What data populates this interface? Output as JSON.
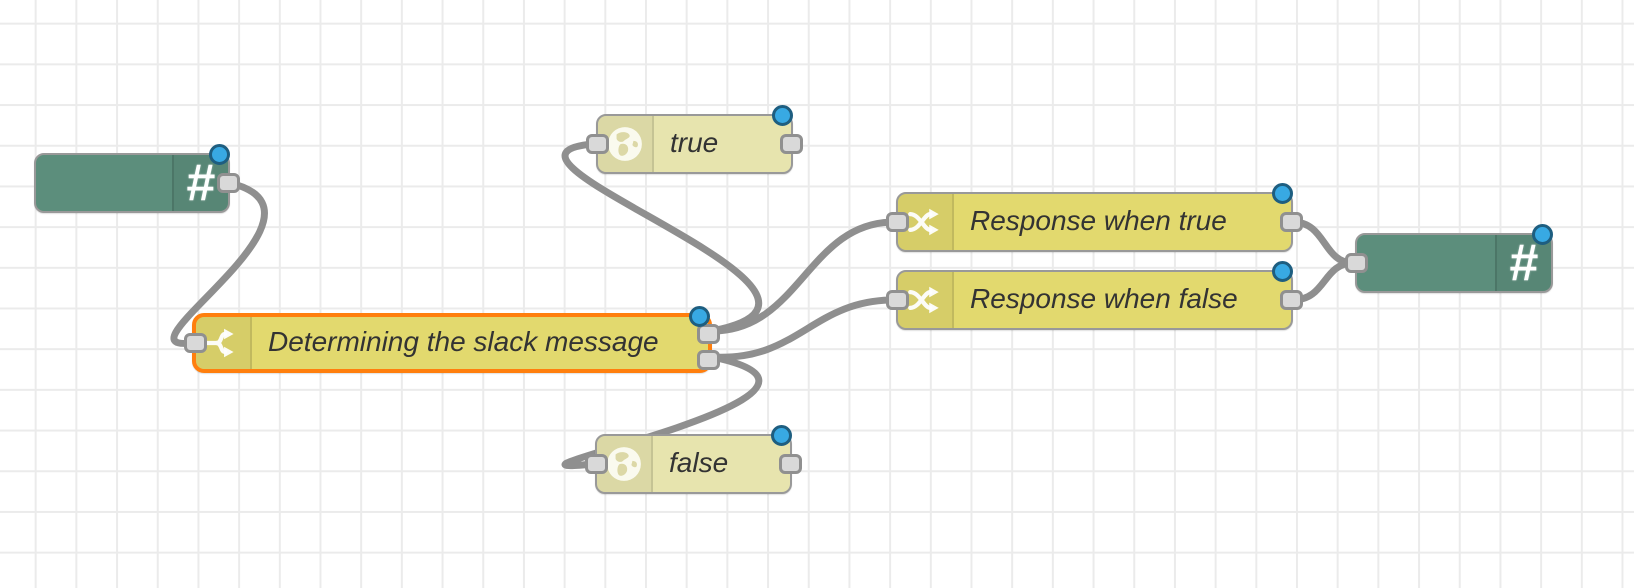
{
  "canvas": {
    "kind": "flow-editor-workspace",
    "grid_visible": true
  },
  "colors": {
    "canvas_bg": "#ffffff",
    "grid_line": "#ebebeb",
    "wire": "#8f8f8f",
    "port_fill": "#d9d9d9",
    "port_border": "#909090",
    "status_dot_fill": "#38a9e3",
    "status_dot_border": "#1e5e80",
    "selected_node_border": "#ff7f0e",
    "node_border": "#999999",
    "teal_node_fill": "#5c8e7c",
    "yellow_node_fill": "#e2d96e",
    "pale_node_fill": "#e7e4ae",
    "label_text": "#333333"
  },
  "icons": {
    "hash_glyph": "#"
  },
  "flow": {
    "nodes": [
      {
        "id": "slack-in",
        "label": "",
        "icon": "hash-icon",
        "color": "#5c8e7c",
        "selected": false,
        "changed_dot": true,
        "ports": {
          "inputs": 0,
          "outputs": 1
        }
      },
      {
        "id": "switch",
        "label": "Determining the slack message",
        "icon": "switch-icon",
        "color": "#e2d96e",
        "selected": true,
        "changed_dot": true,
        "ports": {
          "inputs": 1,
          "outputs": 2
        }
      },
      {
        "id": "request-true",
        "label": "true",
        "icon": "globe-icon",
        "color": "#e7e4ae",
        "selected": false,
        "changed_dot": true,
        "ports": {
          "inputs": 1,
          "outputs": 1
        }
      },
      {
        "id": "request-false",
        "label": "false",
        "icon": "globe-icon",
        "color": "#e7e4ae",
        "selected": false,
        "changed_dot": true,
        "ports": {
          "inputs": 1,
          "outputs": 1
        }
      },
      {
        "id": "change-true",
        "label": "Response when true",
        "icon": "change-icon",
        "color": "#e2d96e",
        "selected": false,
        "changed_dot": true,
        "ports": {
          "inputs": 1,
          "outputs": 1
        }
      },
      {
        "id": "change-false",
        "label": "Response when false",
        "icon": "change-icon",
        "color": "#e2d96e",
        "selected": false,
        "changed_dot": true,
        "ports": {
          "inputs": 1,
          "outputs": 1
        }
      },
      {
        "id": "slack-out",
        "label": "",
        "icon": "hash-icon",
        "color": "#5c8e7c",
        "selected": false,
        "changed_dot": true,
        "ports": {
          "inputs": 1,
          "outputs": 0
        }
      }
    ],
    "wires": [
      {
        "from": "slack-in",
        "to": "switch"
      },
      {
        "from": "switch:output-1",
        "to": "request-true"
      },
      {
        "from": "switch:output-1",
        "to": "change-true"
      },
      {
        "from": "switch:output-2",
        "to": "change-false"
      },
      {
        "from": "switch:output-2",
        "to": "request-false"
      },
      {
        "from": "change-true",
        "to": "slack-out"
      },
      {
        "from": "change-false",
        "to": "slack-out"
      }
    ]
  }
}
